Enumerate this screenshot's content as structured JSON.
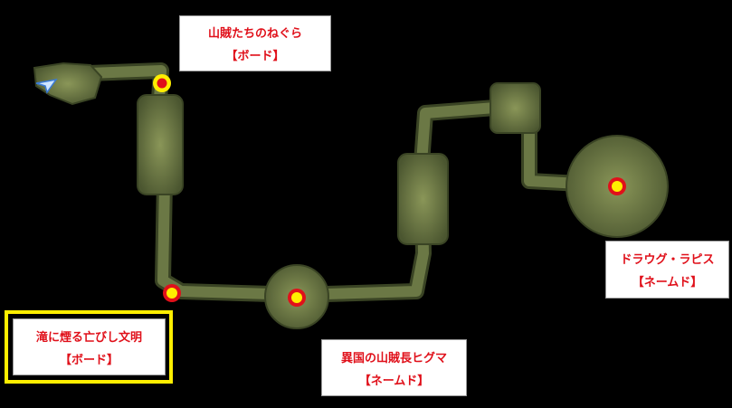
{
  "map": {
    "colors": {
      "corridor": "#5d6b3c",
      "corridor_edge": "#3f4a28",
      "marker_ring": "#ffee00",
      "marker_core": "#e0101a",
      "label_text": "#e0101a",
      "highlight": "#ffee00"
    },
    "player_icon": "arrow-cursor-icon",
    "locations": [
      {
        "name": "山賊たちのねぐら",
        "type": "【ボード】"
      },
      {
        "name": "ドラウグ・ラピス",
        "type": "【ネームド】"
      },
      {
        "name": "異国の山賊長ヒグマ",
        "type": "【ネームド】"
      },
      {
        "name": "滝に煙る亡びし文明",
        "type": "【ボード】",
        "highlighted": true
      }
    ]
  }
}
